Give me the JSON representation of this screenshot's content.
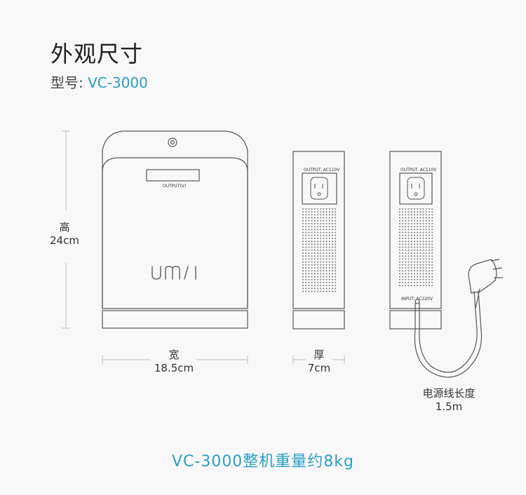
{
  "header": {
    "title": "外观尺寸",
    "model_label": "型号:",
    "model_value": "VC-3000"
  },
  "dimensions": {
    "height_label": "高",
    "height_value": "24cm",
    "width_label": "宽",
    "width_value": "18.5cm",
    "thickness_label": "厚",
    "thickness_value": "7cm",
    "cord_label": "电源线长度",
    "cord_value": "1.5m"
  },
  "device": {
    "front_display_text": "OUTPUT(V)",
    "brand_logo": "umi",
    "side1_output_text": "OUTPUT: AC110V",
    "side2_output_text": "OUTPUT: AC110V",
    "side2_input_text": "INPUT: AC220V"
  },
  "footer": {
    "weight_text": "VC-3000整机重量约8kg"
  },
  "colors": {
    "accent": "#2a9fc4",
    "line": "#555555",
    "guide": "#bbbbbb"
  }
}
